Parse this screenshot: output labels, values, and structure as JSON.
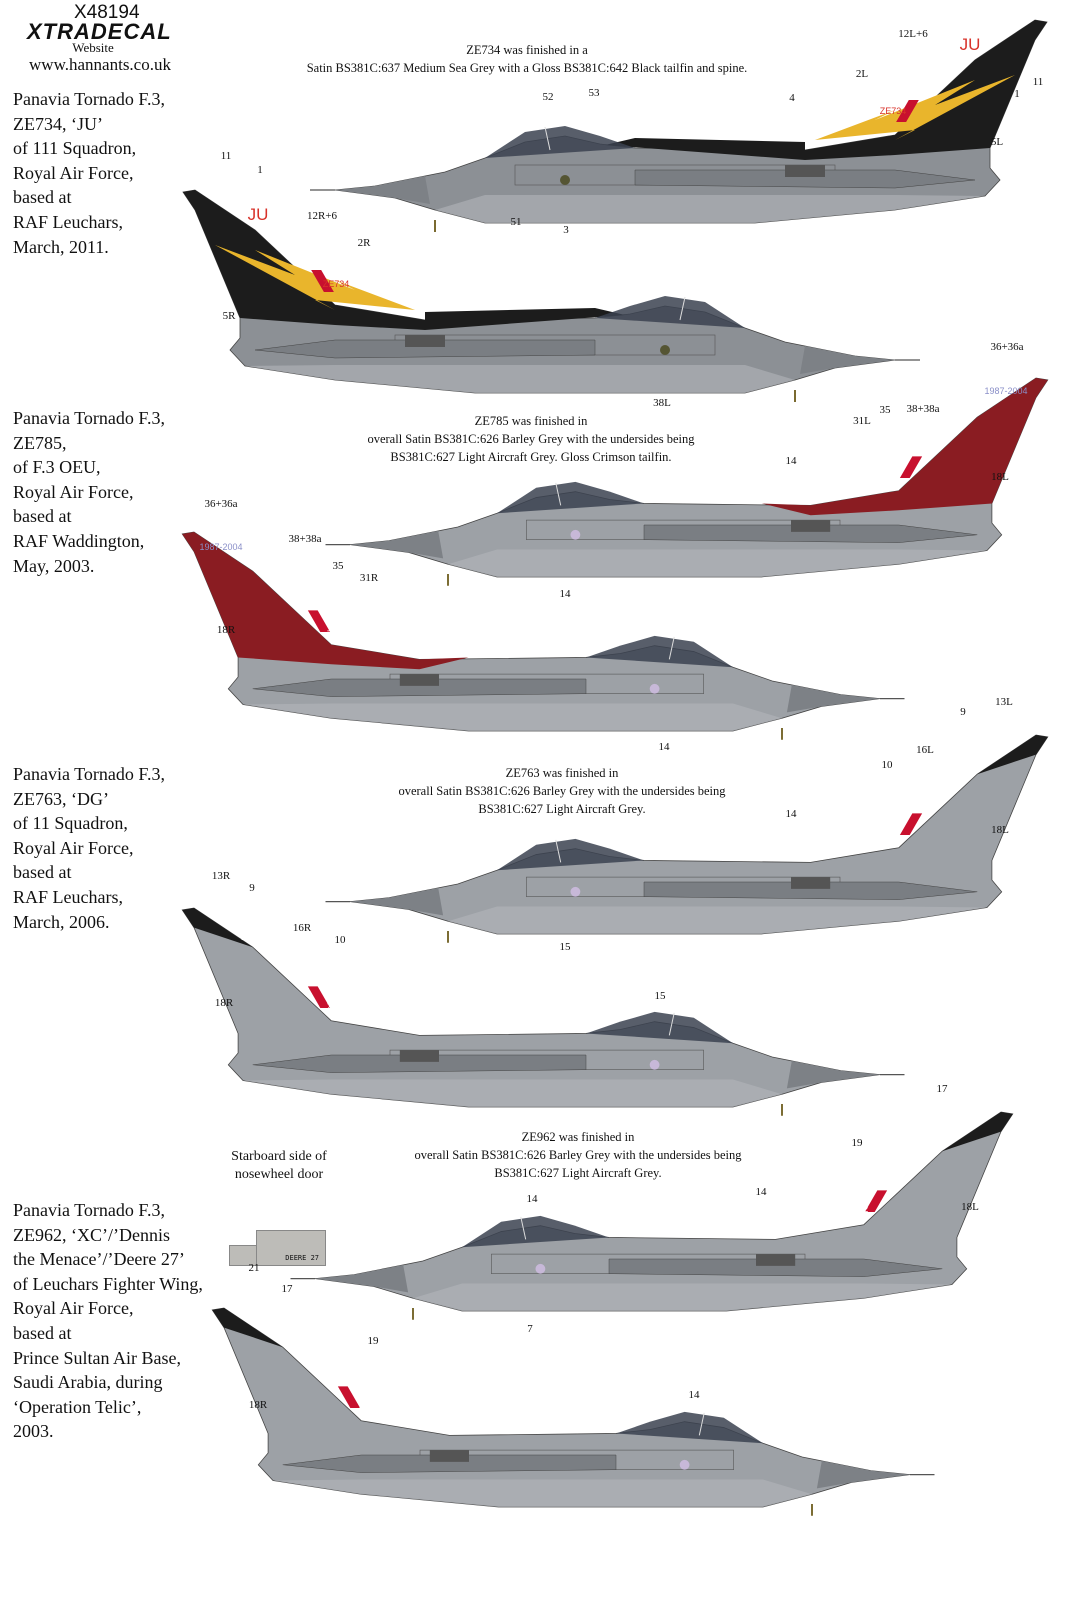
{
  "header": {
    "product": "X48194",
    "brand": "XTRADECAL",
    "website_label": "Website",
    "url": "www.hannants.co.uk"
  },
  "colors": {
    "black": "#1c1c1c",
    "yellow": "#e9b52c",
    "crimson": "#8a1c22",
    "sea_grey": "#8c9095",
    "barley_grey": "#9da1a6",
    "light_grey": "#b3b6ba",
    "code_red": "#d8322a",
    "canopy": "#3b4250"
  },
  "sections": [
    {
      "lines": [
        "Panavia Tornado F.3,",
        "ZE734, ‘JU’",
        "of 111 Squadron,",
        "Royal Air Force,",
        "based at",
        "RAF Leuchars,",
        "March, 2011."
      ],
      "note": [
        "ZE734 was finished in a",
        "Satin BS381C:637 Medium Sea Grey with a Gloss BS381C:642 Black tailfin and spine."
      ],
      "fin_code": "JU",
      "serial": "ZE734",
      "port_labels": [
        "12L+6",
        "11",
        "1",
        "2L",
        "4",
        "52",
        "53",
        "51",
        "3",
        "5L"
      ],
      "stbd_labels": [
        "11",
        "1",
        "12R+6",
        "2R",
        "5R",
        "38L"
      ]
    },
    {
      "lines": [
        "Panavia Tornado F.3,",
        "ZE785,",
        "of F.3 OEU,",
        "Royal Air Force,",
        "based at",
        "RAF Waddington,",
        "May, 2003."
      ],
      "note": [
        "ZE785 was finished in",
        "overall Satin BS381C:626 Barley Grey with the undersides being",
        "BS381C:627 Light Aircraft Grey. Gloss Crimson tailfin."
      ],
      "fin_code": "1987-2004",
      "serial": "ZE785",
      "port_labels": [
        "36+36a",
        "38+38a",
        "35",
        "31L",
        "14",
        "18L",
        "14"
      ],
      "stbd_labels": [
        "36+36a",
        "38+38a",
        "35",
        "31R",
        "18R",
        "14"
      ]
    },
    {
      "lines": [
        "Panavia Tornado F.3,",
        "ZE763, ‘DG’",
        "of 11 Squadron,",
        "Royal Air Force,",
        "based at",
        "RAF Leuchars,",
        "March, 2006."
      ],
      "note": [
        "ZE763 was finished in",
        "overall Satin BS381C:626 Barley Grey with the undersides being",
        "BS381C:627 Light Aircraft Grey."
      ],
      "fin_code": "DG",
      "serial": "ZE763",
      "port_labels": [
        "13L",
        "9",
        "16L",
        "10",
        "14",
        "18L",
        "15"
      ],
      "stbd_labels": [
        "13R",
        "9",
        "16R",
        "10",
        "18R",
        "15"
      ]
    },
    {
      "lines": [
        "Panavia Tornado F.3,",
        "ZE962, ‘XC’/’Dennis",
        "the Menace’/’Deere 27’",
        "of Leuchars Fighter Wing,",
        "Royal Air Force,",
        "based at",
        "Prince Sultan Air Base,",
        "Saudi Arabia, during",
        "‘Operation Telic’,",
        "2003."
      ],
      "note": [
        "ZE962 was finished in",
        "overall Satin BS381C:626 Barley Grey with the undersides being",
        "BS381C:627 Light Aircraft Grey."
      ],
      "fin_code": "XC",
      "serial": "ZE962",
      "door_caption": [
        "Starboard side of",
        "nosewheel door"
      ],
      "door_text": "DEERE 27",
      "door_label": "21",
      "port_labels": [
        "17",
        "19",
        "14",
        "14",
        "18L",
        "7"
      ],
      "stbd_labels": [
        "17",
        "19",
        "18R",
        "14"
      ]
    }
  ]
}
